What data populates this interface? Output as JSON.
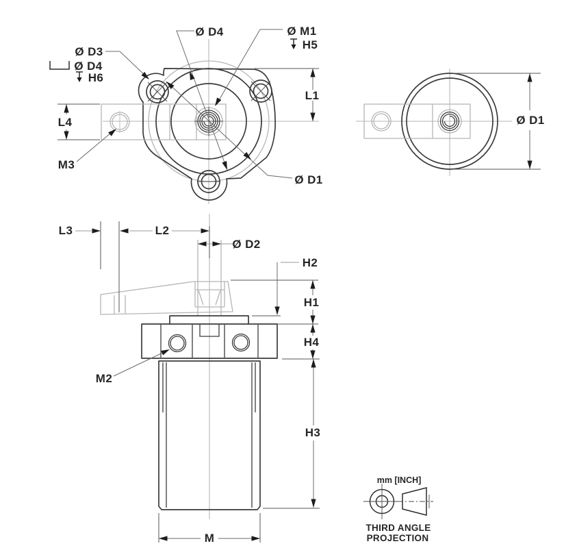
{
  "drawing": {
    "type": "engineering-drawing",
    "views": [
      "top-view",
      "side-view",
      "front-section-view"
    ],
    "colors": {
      "line_dark": "#3b3b3b",
      "line_light": "#b5b5b5",
      "dimension_line": "#6b6b6b",
      "text": "#262626",
      "background": "#ffffff"
    }
  },
  "top_view": {
    "d4_center_label": "Ø D4",
    "m1_label": "Ø M1",
    "h5_label": "H5",
    "d3_label": "Ø D3",
    "d4_cbore_label": "Ø D4",
    "h6_label": "H6",
    "l1_label": "L1",
    "l4_label": "L4",
    "m3_label": "M3",
    "d1_label": "Ø D1"
  },
  "right_view": {
    "d1_label": "Ø D1"
  },
  "front_view": {
    "l3_label": "L3",
    "l2_label": "L2",
    "d2_label": "Ø D2",
    "h2_label": "H2",
    "h1_label": "H1",
    "h4_label": "H4",
    "h3_label": "H3",
    "m2_label": "M2",
    "m_label": "M"
  },
  "projection_note": {
    "units": "mm [INCH]",
    "title_line1": "THIRD ANGLE",
    "title_line2": "PROJECTION"
  }
}
